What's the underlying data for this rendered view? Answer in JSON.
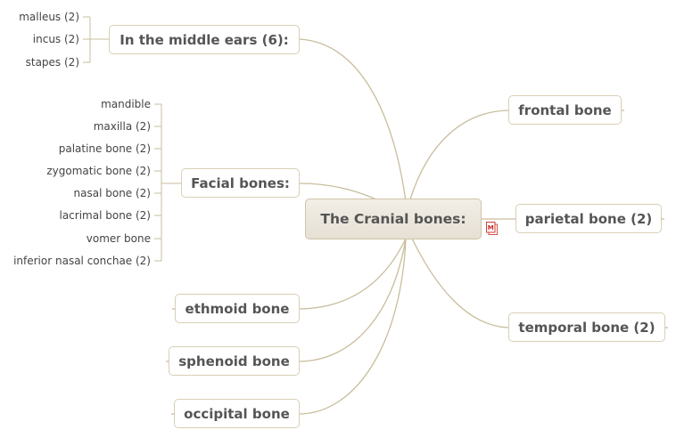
{
  "central": {
    "label": "The Cranial bones:"
  },
  "branches": {
    "middle_ears": {
      "label": "In the middle ears (6):",
      "children": [
        "malleus (2)",
        "incus (2)",
        "stapes (2)"
      ]
    },
    "facial": {
      "label": "Facial bones:",
      "children": [
        "mandible",
        "maxilla (2)",
        "palatine bone (2)",
        "zygomatic bone (2)",
        "nasal bone (2)",
        "lacrimal bone (2)",
        "vomer bone",
        "inferior nasal conchae (2)"
      ]
    },
    "ethmoid": {
      "label": "ethmoid bone"
    },
    "sphenoid": {
      "label": "sphenoid bone"
    },
    "occipital": {
      "label": "occipital bone"
    },
    "frontal": {
      "label": "frontal bone"
    },
    "parietal": {
      "label": "parietal bone (2)"
    },
    "temporal": {
      "label": "temporal bone (2)"
    }
  },
  "colors": {
    "connector": "#c8bd9c",
    "node_border": "#d8cfb4",
    "central_fill": "#ebe6dc",
    "text": "#555555",
    "icon_red": "#cc2a1f"
  },
  "icons": {
    "central_attachment": "mindmap-file-icon"
  }
}
